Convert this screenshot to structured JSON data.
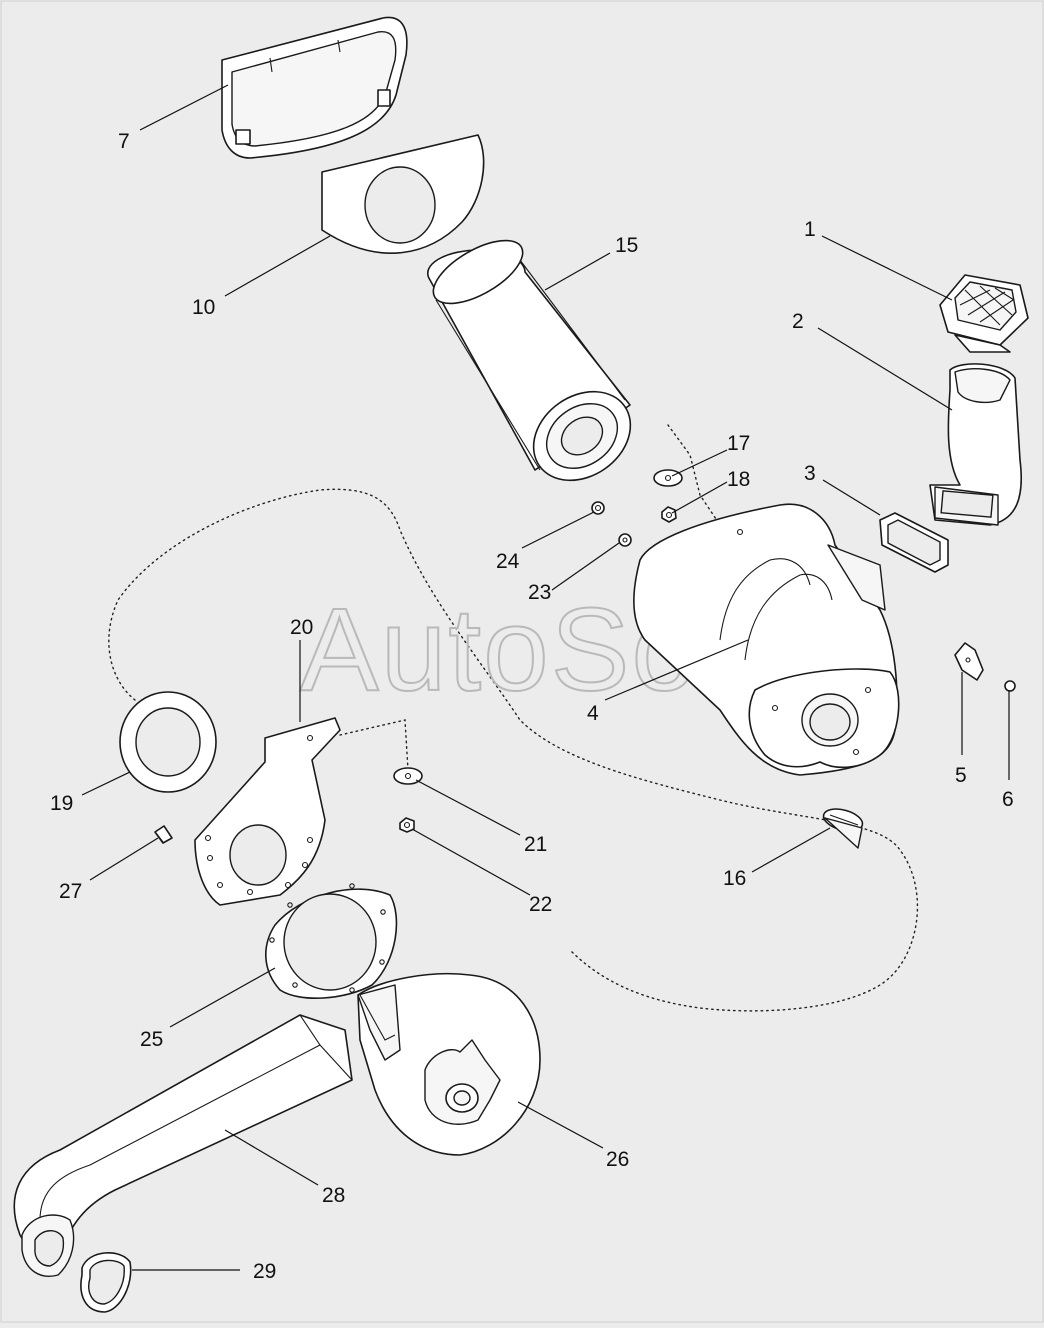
{
  "watermark": "AutoSoft",
  "callouts": [
    {
      "id": "p1",
      "label": "1"
    },
    {
      "id": "p2",
      "label": "2"
    },
    {
      "id": "p3",
      "label": "3"
    },
    {
      "id": "p4",
      "label": "4"
    },
    {
      "id": "p5",
      "label": "5"
    },
    {
      "id": "p6",
      "label": "6"
    },
    {
      "id": "p7",
      "label": "7"
    },
    {
      "id": "p10",
      "label": "10"
    },
    {
      "id": "p15",
      "label": "15"
    },
    {
      "id": "p16",
      "label": "16"
    },
    {
      "id": "p17",
      "label": "17"
    },
    {
      "id": "p18",
      "label": "18"
    },
    {
      "id": "p19",
      "label": "19"
    },
    {
      "id": "p20",
      "label": "20"
    },
    {
      "id": "p21",
      "label": "21"
    },
    {
      "id": "p22",
      "label": "22"
    },
    {
      "id": "p23",
      "label": "23"
    },
    {
      "id": "p24",
      "label": "24"
    },
    {
      "id": "p25",
      "label": "25"
    },
    {
      "id": "p26",
      "label": "26"
    },
    {
      "id": "p27",
      "label": "27"
    },
    {
      "id": "p28",
      "label": "28"
    },
    {
      "id": "p29",
      "label": "29"
    }
  ]
}
